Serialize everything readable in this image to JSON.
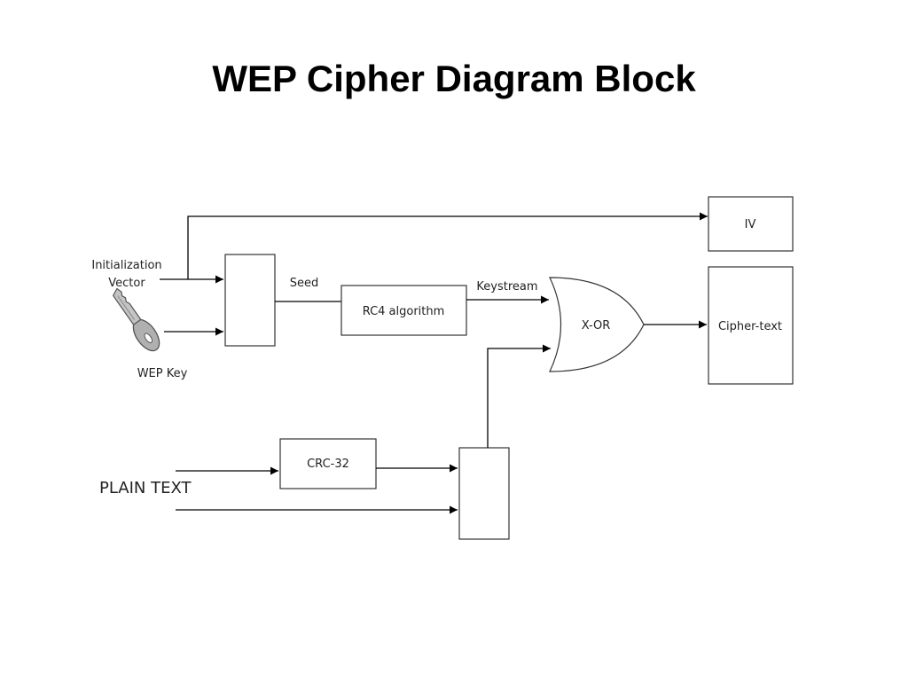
{
  "title": "WEP Cipher Diagram Block",
  "diagram": {
    "labels": {
      "init_vector_line1": "Initialization",
      "init_vector_line2": "Vector",
      "wep_key": "WEP Key",
      "seed": "Seed",
      "rc4": "RC4 algorithm",
      "keystream": "Keystream",
      "xor": "X-OR",
      "iv": "IV",
      "ciphertext": "Cipher-text",
      "crc32": "CRC-32",
      "plaintext": "PLAIN TEXT"
    },
    "icons": {
      "key": "key-icon"
    },
    "colors": {
      "line": "#000000",
      "box_border": "#333333",
      "key_fill": "#b0b0b0"
    }
  }
}
